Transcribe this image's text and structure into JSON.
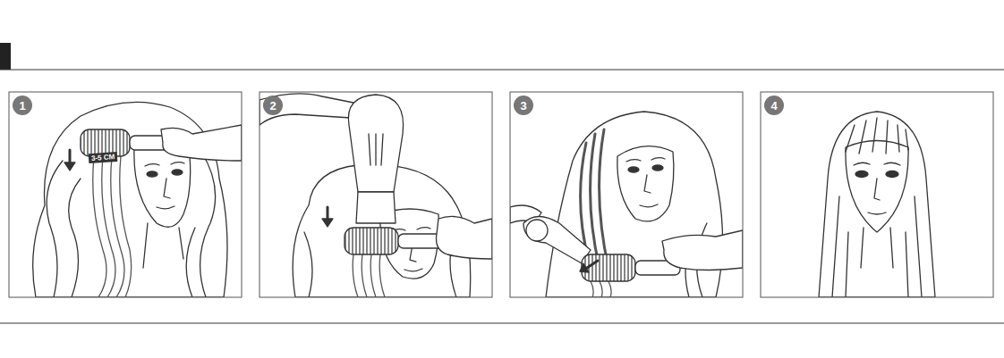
{
  "diagram": {
    "nodes": [
      {
        "text": [
          "1"
        ]
      },
      {
        "text": [
          "2"
        ]
      },
      {
        "text": [
          "3"
        ]
      },
      {
        "text": [
          "4"
        ]
      }
    ],
    "labels": [
      "3-5 CM"
    ]
  }
}
